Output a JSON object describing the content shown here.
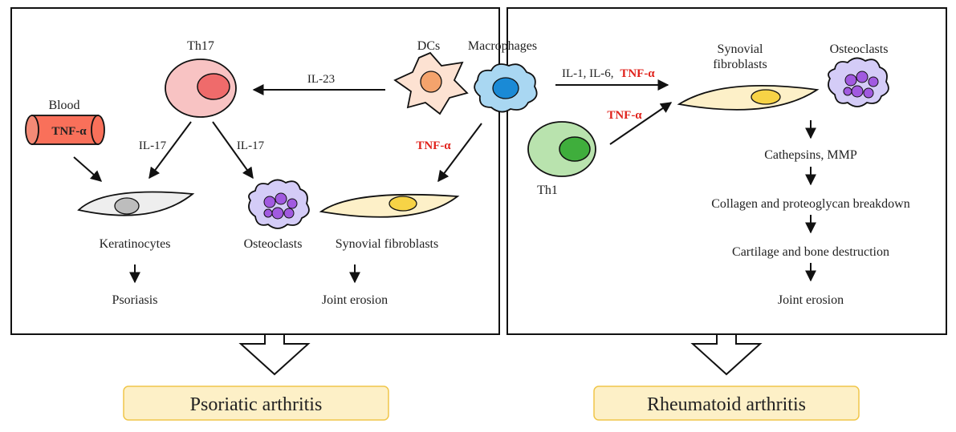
{
  "colors": {
    "red": "#e0231c",
    "th17_outer": "#f8c3c3",
    "th17_inner": "#ef6b6b",
    "dc_body": "#fde2d2",
    "dc_nucleus": "#f4a36c",
    "macro_body": "#a9d7f2",
    "macro_nucleus": "#1a8ad6",
    "keratinocyte": "#eeeeee",
    "keratinocyte_nucleus": "#bdbdbd",
    "fibroblast": "#fdf0c8",
    "fibroblast_nucleus": "#f7d346",
    "osteoclast_body": "#d4ccf7",
    "osteoclast_nucleus": "#a15ae0",
    "th1_outer": "#b9e3ae",
    "th1_inner": "#3fae3c",
    "blood_vessel": "#f9705a",
    "result_box": "#fdf0c7",
    "result_border": "#f0c64a"
  },
  "left": {
    "th17": "Th17",
    "dcs": "DCs",
    "macrophages": "Macrophages",
    "il23": "IL-23",
    "blood": "Blood",
    "tnf_blood": "TNF-α",
    "il17_a": "IL-17",
    "il17_b": "IL-17",
    "tnf": "TNF-α",
    "keratinocytes": "Keratinocytes",
    "osteoclasts": "Osteoclasts",
    "synovial_fibroblasts": "Synovial fibroblasts",
    "psoriasis": "Psoriasis",
    "joint_erosion": "Joint erosion",
    "result": "Psoriatic arthritis"
  },
  "right": {
    "il_prefix": "IL-1, IL-6,",
    "tnf_top": "TNF-α",
    "tnf_th1": "TNF-α",
    "synovial_line1": "Synovial",
    "synovial_line2": "fibroblasts",
    "osteoclasts": "Osteoclasts",
    "th1": "Th1",
    "step1": "Cathepsins, MMP",
    "step2": "Collagen and proteoglycan breakdown",
    "step3": "Cartilage and bone destruction",
    "step4": "Joint erosion",
    "result": "Rheumatoid arthritis"
  }
}
